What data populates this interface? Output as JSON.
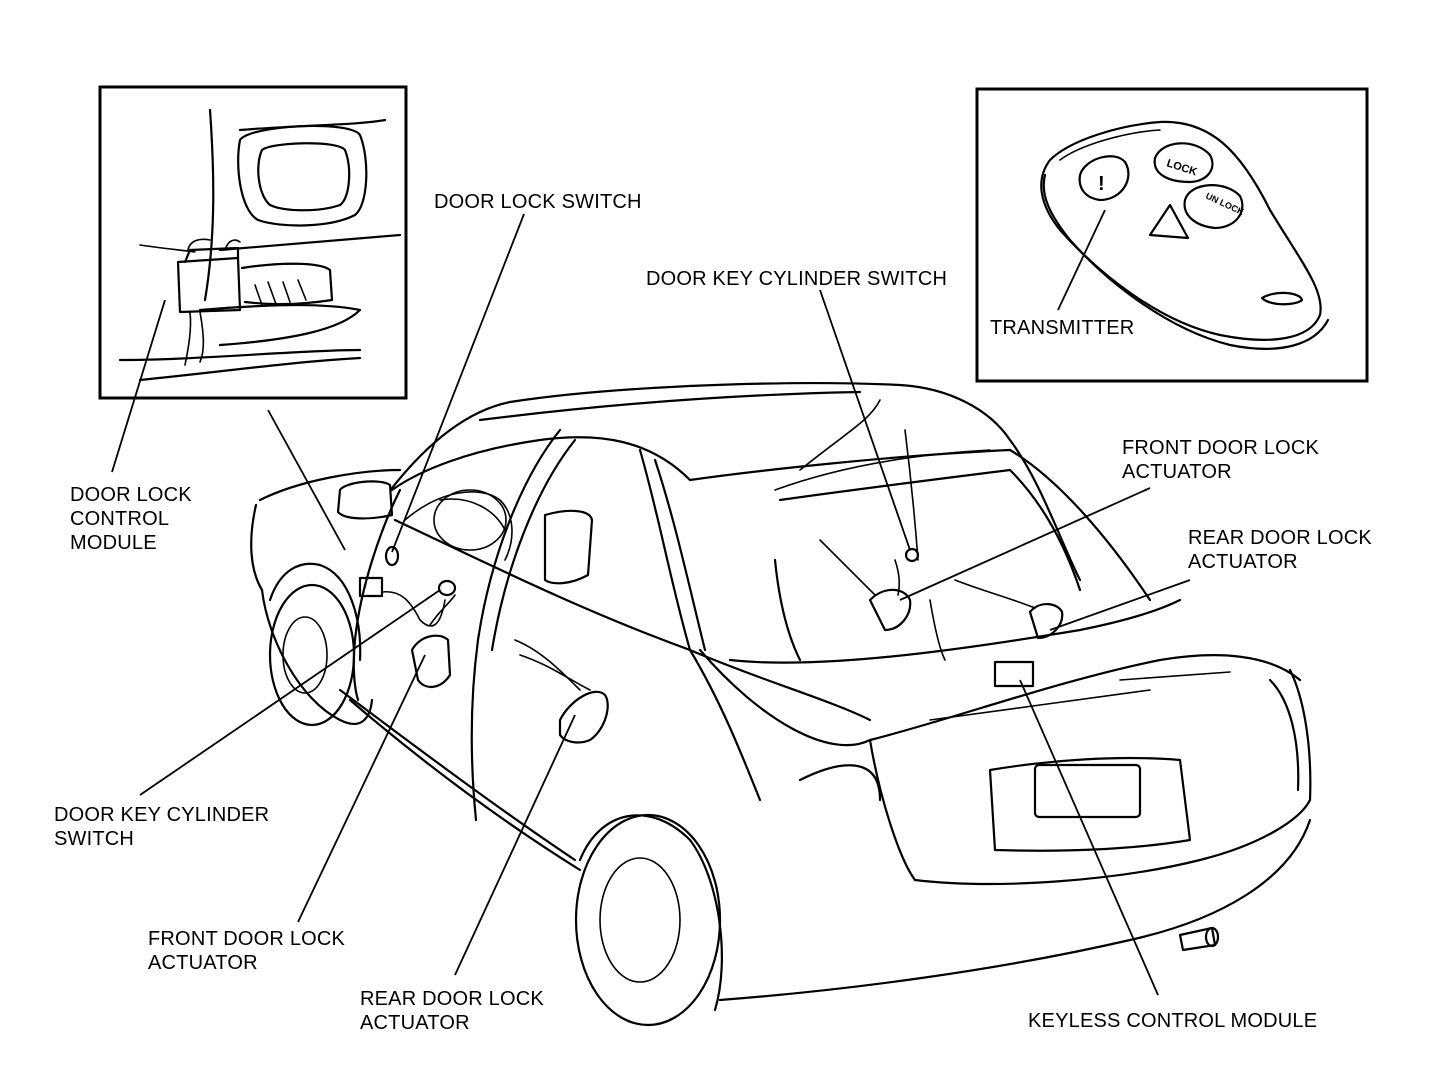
{
  "labels": {
    "door_lock_switch": "DOOR LOCK SWITCH",
    "door_key_cylinder_switch_top": "DOOR KEY CYLINDER SWITCH",
    "transmitter": "TRANSMITTER",
    "door_lock_control_module": [
      "DOOR LOCK",
      "CONTROL",
      "MODULE"
    ],
    "front_door_lock_actuator_right": [
      "FRONT DOOR LOCK",
      "ACTUATOR"
    ],
    "rear_door_lock_actuator_right": [
      "REAR DOOR LOCK",
      "ACTUATOR"
    ],
    "door_key_cylinder_switch_left": [
      "DOOR KEY CYLINDER",
      "SWITCH"
    ],
    "front_door_lock_actuator_left": [
      "FRONT DOOR LOCK",
      "ACTUATOR"
    ],
    "rear_door_lock_actuator_bottom": [
      "REAR DOOR LOCK",
      "ACTUATOR"
    ],
    "keyless_control_module": "KEYLESS CONTROL MODULE"
  },
  "transmitter_buttons": {
    "lock": "LOCK",
    "unlock": "UN LOCK",
    "panic": "!"
  }
}
